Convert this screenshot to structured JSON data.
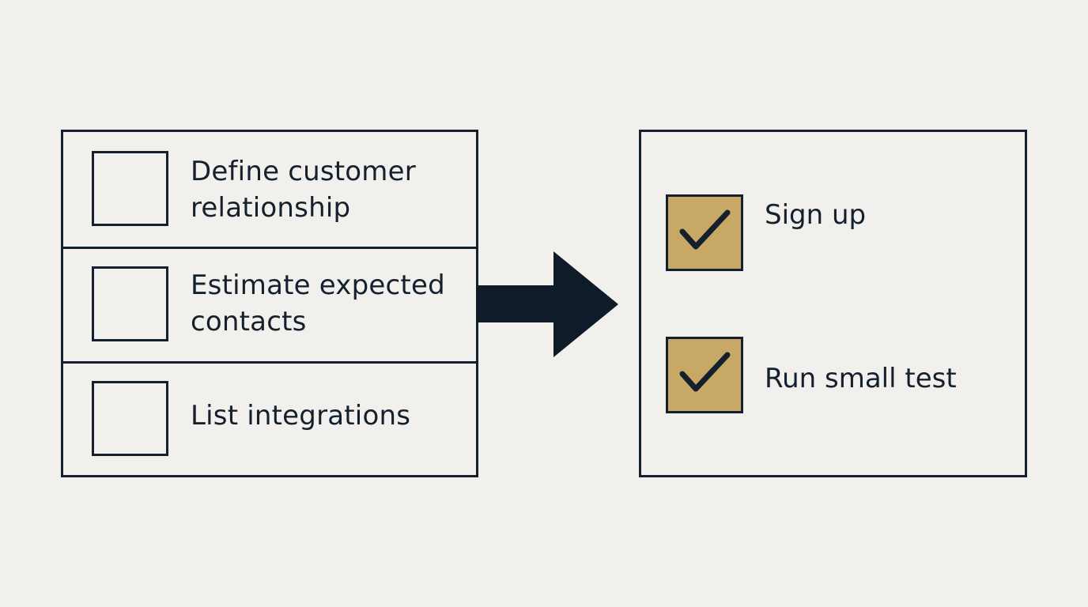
{
  "todo_list": {
    "items": [
      {
        "label_line1": "Define customer",
        "label_line2": "relationship",
        "checked": false
      },
      {
        "label_line1": "Estimate expected",
        "label_line2": "contacts",
        "checked": false
      },
      {
        "label_line1": "List integrations",
        "label_line2": "",
        "checked": false
      }
    ]
  },
  "done_list": {
    "items": [
      {
        "label": "Sign up",
        "checked": true
      },
      {
        "label": "Run small test",
        "checked": true
      }
    ]
  },
  "colors": {
    "background": "#f1f0ec",
    "ink": "#15202e",
    "checked_fill": "#c8a865"
  },
  "icons": {
    "arrow": "right-arrow-icon",
    "empty_checkbox": "empty-checkbox-icon",
    "checked_checkbox": "checkmark-icon"
  }
}
